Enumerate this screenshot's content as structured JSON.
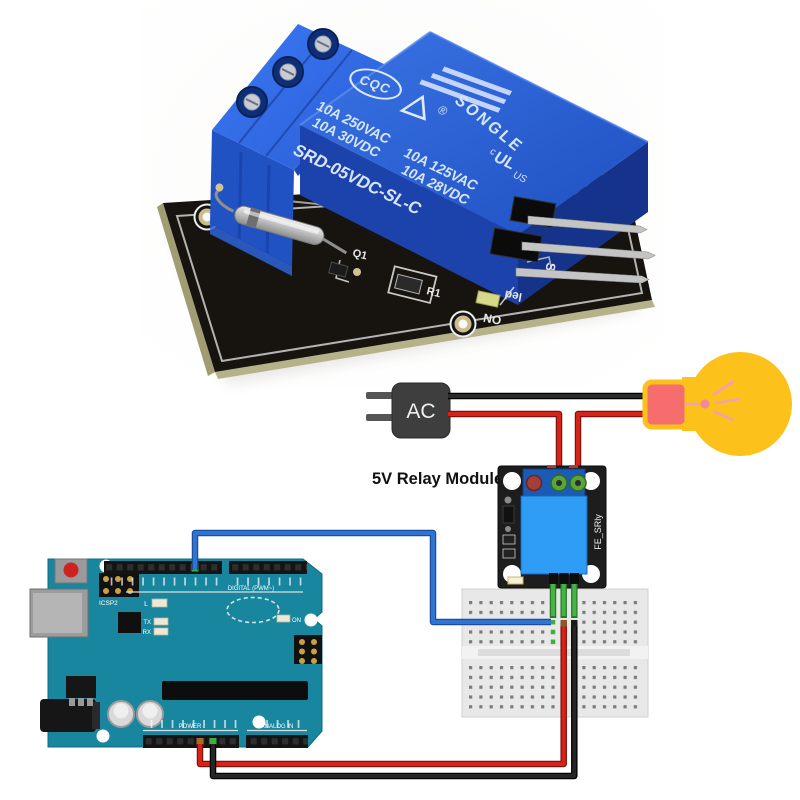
{
  "photo_module": {
    "cqc": "CQC",
    "registered": "®",
    "brand": "SONGLE",
    "rating_ac_1": "10A 250VAC",
    "rating_ac_2": "10A 125VAC",
    "rating_dc_1": "10A 30VDC",
    "rating_dc_2": "10A 28VDC",
    "model": "SRD-05VDC-SL-C",
    "ul_c": "c",
    "ul": "UL",
    "ul_us": "US",
    "silk": {
      "q1": "Q1",
      "r1": "R1",
      "s": "S",
      "led": "led",
      "on": "ON"
    }
  },
  "diagram": {
    "title": "5V Relay Module",
    "ac_label": "AC",
    "relay_silk": "FE_SRly",
    "arduino": {
      "icsp2": "ICSP2",
      "led_l": "L",
      "tx": "TX",
      "rx": "RX",
      "on": "ON",
      "digital": "DIGITAL (PWM~)",
      "power": "POWER",
      "analog_in": "ANALOG IN"
    }
  },
  "colors": {
    "relay_blue_top": "#2f6ae0",
    "relay_blue_front": "#1c43ac",
    "relay_blue_side": "#15338a",
    "pcb_black": "#1d1d1d",
    "board_edge_olive": "#b5b289",
    "diagram_relay_blue": "#2f9df5",
    "terminal_blue": "#1c5bb5",
    "arduino_teal": "#17869e",
    "wire_red": "#d6231a",
    "wire_black": "#1a1a1a",
    "wire_blue": "#2f74d0",
    "wire_green": "#44b544",
    "bulb_yellow": "#fcc21b",
    "bulb_base_pink": "#f66d6d",
    "breadboard_gray": "#e8e8e8"
  }
}
